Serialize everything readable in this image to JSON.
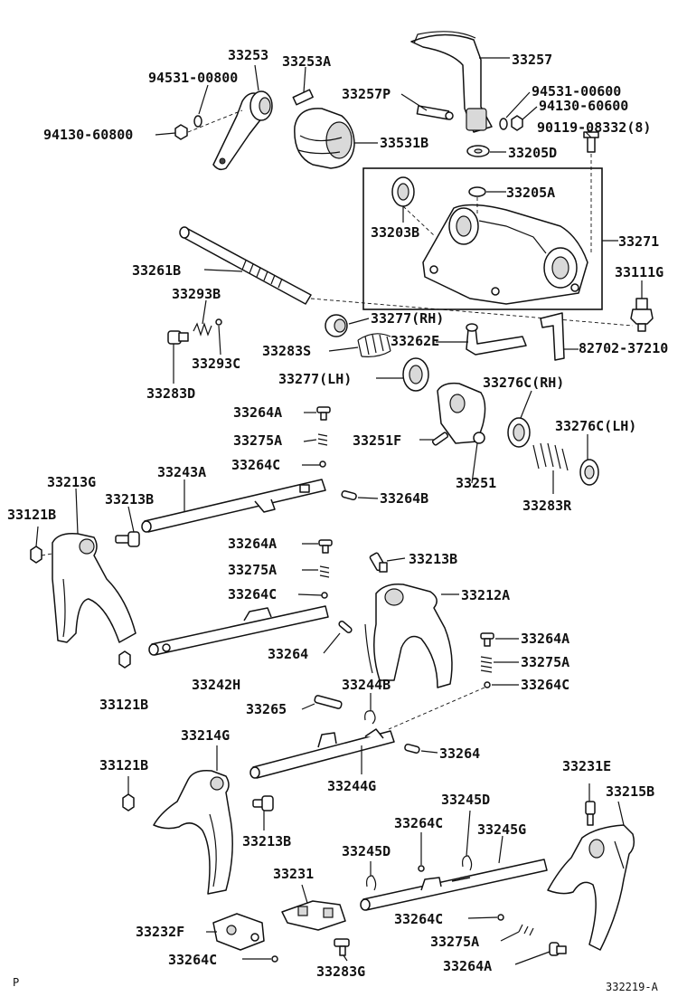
{
  "figure_code": "332219-A",
  "corner_mark": "P",
  "labels": {
    "l33253": "33253",
    "l33253A": "33253A",
    "l94531_00800": "94531-00800",
    "l94130_60800": "94130-60800",
    "l33257": "33257",
    "l33257P": "33257P",
    "l94531_00600": "94531-00600",
    "l94130_60600": "94130-60600",
    "l90119_08332": "90119-08332(8)",
    "l33531B": "33531B",
    "l33205D": "33205D",
    "l33205A": "33205A",
    "l33203B": "33203B",
    "l33271": "33271",
    "l33261B": "33261B",
    "l33111G": "33111G",
    "l33293B": "33293B",
    "l33277RH": "33277(RH)",
    "l33262E": "33262E",
    "l82702_37210": "82702-37210",
    "l33283S": "33283S",
    "l33293C": "33293C",
    "l33277LH": "33277(LH)",
    "l33276CRH": "33276C(RH)",
    "l33283D": "33283D",
    "l33264A_1": "33264A",
    "l33251F": "33251F",
    "l33276CLH": "33276C(LH)",
    "l33275A_1": "33275A",
    "l33213G": "33213G",
    "l33243A": "33243A",
    "l33264C_1": "33264C",
    "l33251": "33251",
    "l33121B_1": "33121B",
    "l33213B_1": "33213B",
    "l33264B": "33264B",
    "l33283R": "33283R",
    "l33264A_2": "33264A",
    "l33213B_2": "33213B",
    "l33275A_2": "33275A",
    "l33212A": "33212A",
    "l33264C_2": "33264C",
    "l33264A_3": "33264A",
    "l33264_1": "33264",
    "l33275A_3": "33275A",
    "l33242H": "33242H",
    "l33244B": "33244B",
    "l33264C_3": "33264C",
    "l33121B_2": "33121B",
    "l33265": "33265",
    "l33214G": "33214G",
    "l33264_2": "33264",
    "l33121B_3": "33121B",
    "l33231E": "33231E",
    "l33244G": "33244G",
    "l33215B": "33215B",
    "l33245D_1": "33245D",
    "l33264C_4": "33264C",
    "l33245G": "33245G",
    "l33213B_3": "33213B",
    "l33245D_2": "33245D",
    "l33231": "33231",
    "l33264C_5": "33264C",
    "l33232F": "33232F",
    "l33275A_4": "33275A",
    "l33264C_6": "33264C",
    "l33264A_4": "33264A",
    "l33283G": "33283G"
  }
}
